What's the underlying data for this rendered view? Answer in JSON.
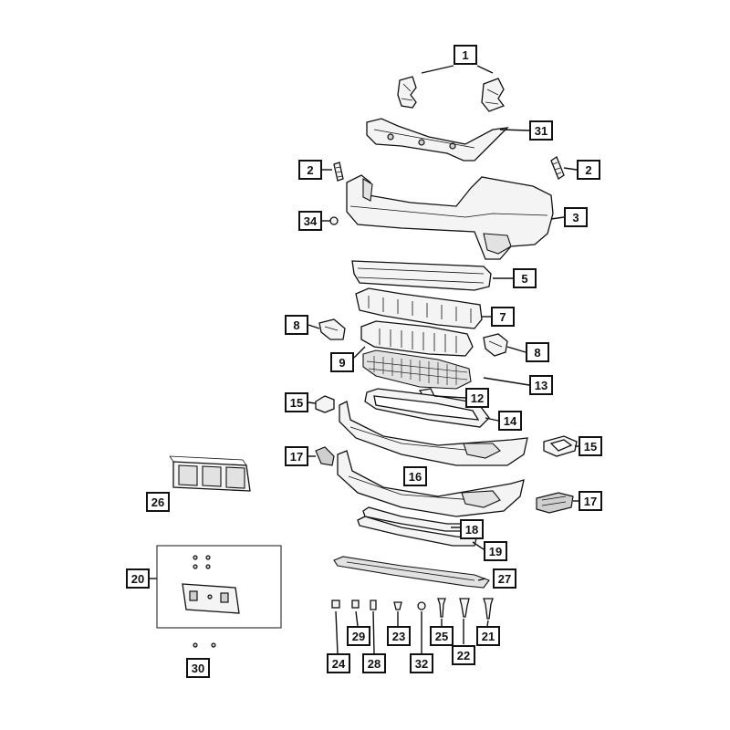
{
  "callouts": {
    "c1": "1",
    "c2_left": "2",
    "c2_right": "2",
    "c3": "3",
    "c5": "5",
    "c7": "7",
    "c8_left": "8",
    "c8_right": "8",
    "c9": "9",
    "c12": "12",
    "c13": "13",
    "c14": "14",
    "c15_left": "15",
    "c15_right": "15",
    "c16": "16",
    "c17_left": "17",
    "c17_right": "17",
    "c18": "18",
    "c19": "19",
    "c20": "20",
    "c21": "21",
    "c22": "22",
    "c23": "23",
    "c24": "24",
    "c25": "25",
    "c26": "26",
    "c27": "27",
    "c28": "28",
    "c29": "29",
    "c30": "30",
    "c31": "31",
    "c32": "32",
    "c34": "34"
  }
}
